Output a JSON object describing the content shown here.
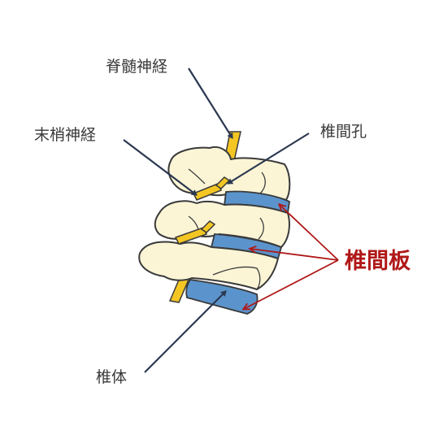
{
  "labels": {
    "spinal_cord": "脊髄神経",
    "peripheral_nerve": "末梢神経",
    "intervertebral_foramen": "椎間孔",
    "intervertebral_disc": "椎間板",
    "vertebral_body": "椎体"
  },
  "colors": {
    "bone_fill": "#fbf5d6",
    "bone_outline": "#3a3a3a",
    "disc_blue": "#5b94cc",
    "nerve_yellow": "#f3c623",
    "leader_dark": "#2b3850",
    "leader_red": "#b01818"
  }
}
